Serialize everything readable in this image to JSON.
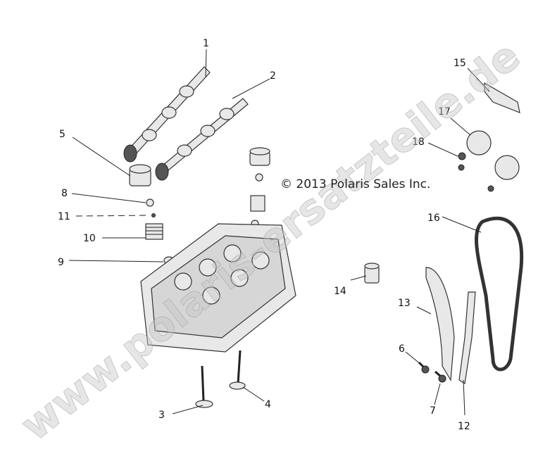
{
  "copyright": "© 2013 Polaris Sales Inc.",
  "watermark": "www.polaris-ersatzteile.de",
  "callouts": [
    "1",
    "2",
    "3",
    "4",
    "5",
    "6",
    "7",
    "8",
    "9",
    "10",
    "11",
    "12",
    "13",
    "14",
    "15",
    "16",
    "17",
    "18"
  ]
}
